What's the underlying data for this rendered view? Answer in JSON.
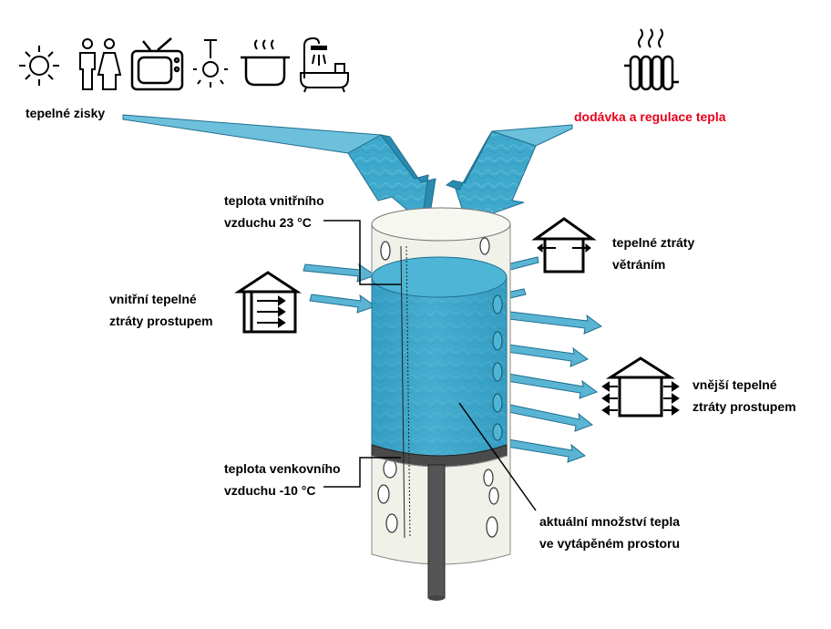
{
  "labels": {
    "heat_gains": "tepelné zisky",
    "heat_supply": "dodávka a regulace tepla",
    "indoor_temp": [
      "teplota vnitřního",
      "vzduchu 23 °C"
    ],
    "outdoor_temp": [
      "teplota venkovního",
      "vzduchu -10 °C"
    ],
    "internal_loss": [
      "vnitřní tepelné",
      "ztráty prostupem"
    ],
    "ventilation_loss": [
      "tepelné ztráty",
      "větráním"
    ],
    "external_loss": [
      "vnější tepelné",
      "ztráty prostupem"
    ],
    "heat_amount": [
      "aktuální množství tepla",
      "ve vytápěném prostoru"
    ]
  },
  "colors": {
    "supply_label": "#e8001c",
    "water": "#3fa9cc",
    "water_dark": "#2487ad",
    "glass": "#f0f2ea",
    "pipe": "#555555"
  },
  "icons": [
    "sun-icon",
    "people-icon",
    "tv-icon",
    "lamp-icon",
    "pot-icon",
    "shower-bath-icon",
    "radiator-icon"
  ]
}
